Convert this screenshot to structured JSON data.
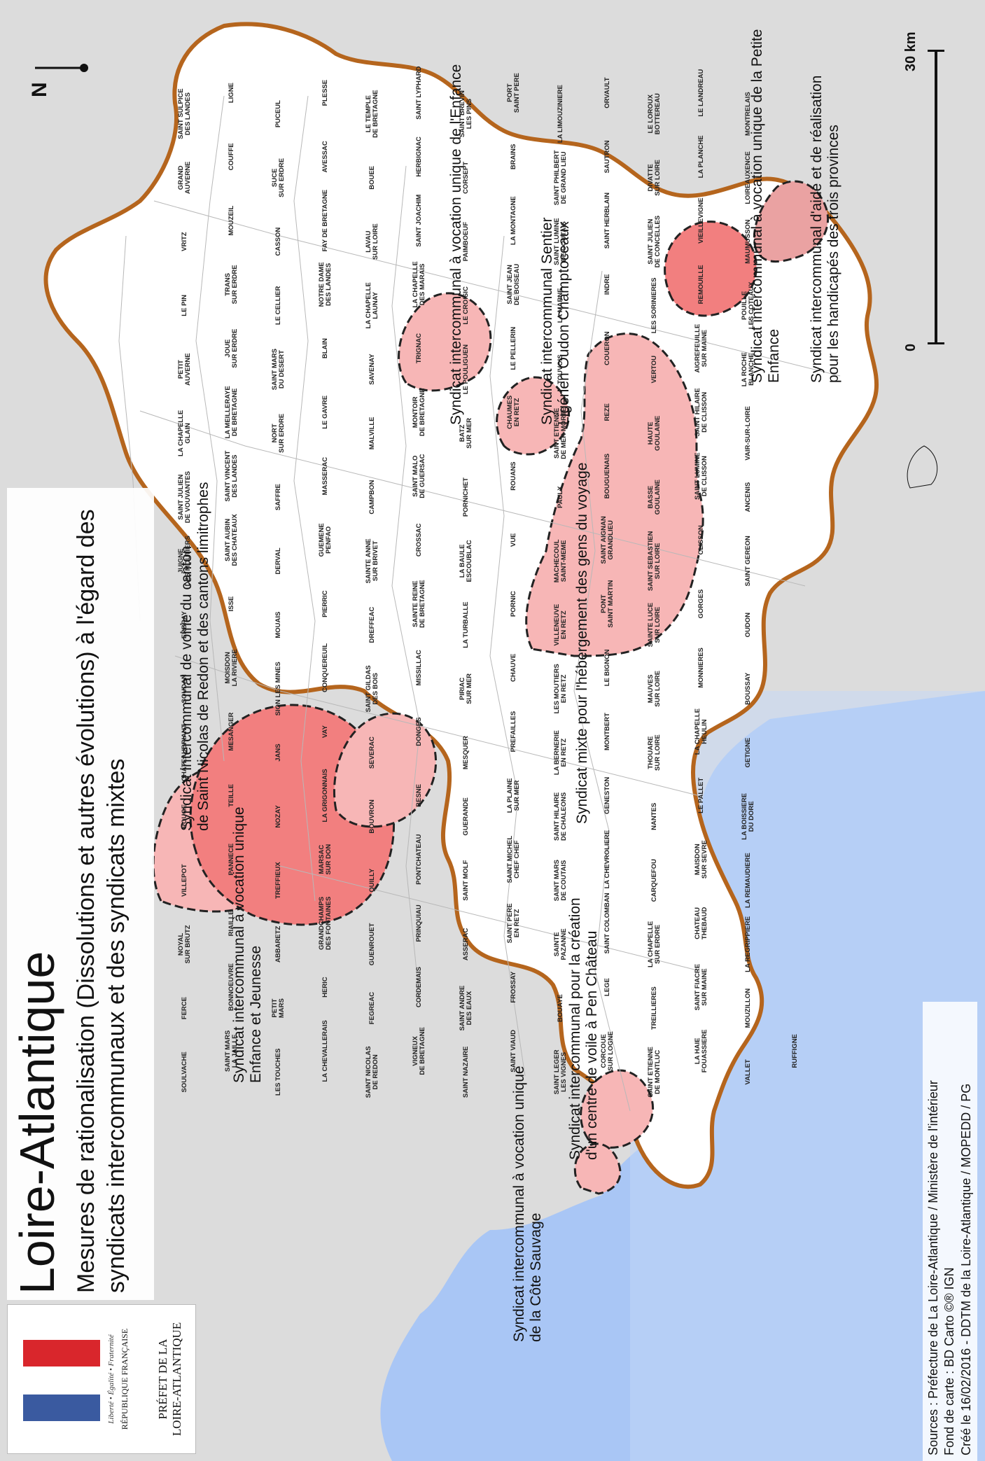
{
  "header": {
    "title": "Loire-Atlantique",
    "subtitle": "Mesures de rationalisation (Dissolutions et autres évolutions) à l'égard des syndicats intercommunaux et des syndicats mixtes"
  },
  "logo": {
    "motto": "Liberté • Égalité • Fraternité",
    "republic": "RÉPUBLIQUE FRANÇAISE",
    "prefect": "PRÉFET DE LA LOIRE-ATLANTIQUE"
  },
  "north_label": "N",
  "scale": {
    "start_label": "0",
    "end_label": "30 km"
  },
  "sources": {
    "line1": "Sources : Préfecture de La Loire-Atlantique / Ministère de l'intérieur",
    "line2": "Fond de carte : BD Carto ©® IGN",
    "line3": "Créé le 16/02/2016 -  DDTM de la Loire-Atlantique / MOPEDD / PG"
  },
  "colors": {
    "department_border": "#b5651d",
    "syndicate_fill_light": "#f7b6b6",
    "syndicate_fill_dark": "#f27f7f",
    "sea": "#a9c6f5",
    "outside": "#dcdcdc"
  },
  "callouts": [
    "Syndicat intercommunal à vocation unique de l'Enfance",
    "Syndicat intercommunal Sentier\nLigérien Oudon Champtoceaux",
    "Syndicat intercommunal à vocation unique de la Petite Enfance",
    "Syndicat intercommunal d'aide et de réalisation\npour les handicapés des trois provinces",
    "Syndicat intercommunal de voirie du canton\nde Saint Nicolas de Redon et des cantons limitrophes",
    "Syndicat intercommunal à vocation unique\nEnfance et Jeunesse",
    "Syndicat mixte pour l'hébergement des gens du voyage",
    "Syndicat intercommunal pour la création\nd'un centre de voile à Pen Château",
    "Syndicat intercommunal à vocation unique\nde la Côte Sauvage"
  ],
  "communes": [
    "SOULVACHE",
    "FERCE",
    "NOYAL\nSUR BRUTZ",
    "VILLEPOT",
    "ROUGE",
    "CHATEAUBRIANT",
    "SOUDAN",
    "ERBRAY",
    "JUIGNE\nDES MOUTIERS",
    "SAINT JULIEN\nDE VOUVANTES",
    "LA CHAPELLE\nGLAIN",
    "PETIT\nAUVERNE",
    "LE PIN",
    "VRITZ",
    "GRAND\nAUVERNE",
    "SAINT SULPICE\nDES LANDES",
    "SAINT MARS\nLA JAILLE",
    "BONNOEUVRE",
    "RIAILLE",
    "PANNECE",
    "TEILLE",
    "MESANGER",
    "MOISDON\nLA RIVIERE",
    "ISSE",
    "SAINT AUBIN\nDES CHATEAUX",
    "SAINT VINCENT\nDES LANDES",
    "LA MEILLERAYE\nDE BRETAGNE",
    "JOUE\nSUR ERDRE",
    "TRANS\nSUR ERDRE",
    "MOUZEIL",
    "COUFFE",
    "LIGNE",
    "LES TOUCHES",
    "PETIT\nMARS",
    "ABBARETZ",
    "TREFFIEUX",
    "NOZAY",
    "JANS",
    "SION LES MINES",
    "MOUAIS",
    "DERVAL",
    "SAFFRE",
    "NORT\nSUR ERDRE",
    "SAINT MARS\nDU DESERT",
    "LE CELLIER",
    "CASSON",
    "SUCE\nSUR ERDRE",
    "PUCEUL",
    "LA CHEVALLERAIS",
    "HERIC",
    "GRANDCHAMPS\nDES FONTAINES",
    "MARSAC\nSUR DON",
    "LA GRIGONNAIS",
    "VAY",
    "CONQUEREUIL",
    "PIERRIC",
    "GUEMENE\nPENFAO",
    "MASSERAC",
    "LE GAVRE",
    "BLAIN",
    "NOTRE DAME\nDES LANDES",
    "FAY DE BRETAGNE",
    "AVESSAC",
    "PLESSE",
    "SAINT NICOLAS\nDE REDON",
    "FEGREAC",
    "GUENROUET",
    "QUILLY",
    "BOUVRON",
    "SEVERAC",
    "SAINT GILDAS\nDES BOIS",
    "DREFFEAC",
    "SAINTE ANNE\nSUR BRIVET",
    "CAMPBON",
    "MALVILLE",
    "SAVENAY",
    "LA CHAPELLE\nLAUNAY",
    "LAVAU\nSUR LOIRE",
    "BOUEE",
    "LE TEMPLE\nDE BRETAGNE",
    "VIGNEUX\nDE BRETAGNE",
    "CORDEMAIS",
    "PRINQUIAU",
    "PONTCHATEAU",
    "BESNE",
    "DONGES",
    "MISSILLAC",
    "SAINTE REINE\nDE BRETAGNE",
    "CROSSAC",
    "SAINT MALO\nDE GUERSAC",
    "MONTOIR\nDE BRETAGNE",
    "TRIGNAC",
    "LA CHAPELLE\nDES MARAIS",
    "SAINT JOACHIM",
    "HERBIGNAC",
    "SAINT LYPHARD",
    "SAINT NAZAIRE",
    "SAINT ANDRE\nDES EAUX",
    "ASSERAC",
    "SAINT MOLF",
    "GUERANDE",
    "MESQUER",
    "PIRIAC\nSUR MER",
    "LA TURBALLE",
    "LA BAULE\nESCOUBLAC",
    "PORNICHET",
    "BATZ\nSUR MER",
    "LE POULIGUEN",
    "LE CROISIC",
    "PAIMBOEUF",
    "CORSEPT",
    "SAINT BREVIN\nLES PINS",
    "SAINT VIAUD",
    "FROSSAY",
    "SAINT PERE\nEN RETZ",
    "SAINT MICHEL\nCHEF CHEF",
    "LA PLAINE\nSUR MER",
    "PREFAILLES",
    "CHAUVE",
    "PORNIC",
    "VUE",
    "ROUANS",
    "CHAUMES\nEN RETZ",
    "LE PELLERIN",
    "SAINT JEAN\nDE BOISEAU",
    "LA MONTAGNE",
    "BRAINS",
    "PORT\nSAINT PERE",
    "SAINT LEGER\nLES VIGNES",
    "BOUAYE",
    "SAINTE\nPAZANNE",
    "SAINT MARS\nDE COUTAIS",
    "SAINT HILAIRE\nDE CHALEONS",
    "LA BERNERIE\nEN RETZ",
    "LES MOUTIERS\nEN RETZ",
    "VILLENEUVE\nEN RETZ",
    "MACHECOUL\nSAINT-MEME",
    "PAULX",
    "SAINT ETIENNE\nDE MER MORTE",
    "TOUVOIS",
    "LA MARNE",
    "SAINT LUMINE\nDE COUTAIS",
    "SAINT PHILBERT\nDE GRAND LIEU",
    "LA LIMOUZINIERE",
    "CORCOUE\nSUR LOGNE",
    "LEGE",
    "SAINT COLOMBAN",
    "LA CHEVROLIERE",
    "GENESTON",
    "MONTBERT",
    "LE BIGNON",
    "PONT\nSAINT MARTIN",
    "SAINT AIGNAN\nGRANDLIEU",
    "BOUGUENAIS",
    "REZE",
    "COUERON",
    "INDRE",
    "SAINT HERBLAIN",
    "SAUTRON",
    "ORVAULT",
    "SAINT ETIENNE\nDE MONTLUC",
    "TREILLIERES",
    "LA CHAPELLE\nSUR ERDRE",
    "CARQUEFOU",
    "NANTES",
    "THOUARE\nSUR LOIRE",
    "MAUVES\nSUR LOIRE",
    "SAINTE LUCE\nSUR LOIRE",
    "SAINT SEBASTIEN\nSUR LOIRE",
    "BASSE\nGOULAINE",
    "HAUTE\nGOULAINE",
    "VERTOU",
    "LES SORINIERES",
    "SAINT JULIEN\nDE CONCELLES",
    "DIVATTE\nSUR LOIRE",
    "LE LOROUX\nBOTTEREAU",
    "LA HAIE\nFOUASSIERE",
    "SAINT FIACRE\nSUR MAINE",
    "CHATEAU\nTHEBAUD",
    "MAISDON\nSUR SEVRE",
    "LE PALLET",
    "LA CHAPELLE\nHEULIN",
    "MONNIERES",
    "GORGES",
    "CLISSON",
    "SAINT LUMINE\nDE CLISSON",
    "SAINT HILAIRE\nDE CLISSON",
    "AIGREFEUILLE\nSUR MAINE",
    "REMOUILLE",
    "VIEILLEVIGNE",
    "LA PLANCHE",
    "LE LANDREAU",
    "VALLET",
    "MOUZILLON",
    "LA REGRIPPIERE",
    "LA REMAUDIERE",
    "LA BOISSIERE\nDU DORE",
    "GETIGNE",
    "BOUSSAY",
    "OUDON",
    "SAINT GEREON",
    "ANCENIS",
    "VAIR-SUR-LOIRE",
    "LA ROCHE\nBLANCHE",
    "POUILLE\nLES COTEAUX",
    "MAUMUSSON",
    "LOIREAUXENCE",
    "MONTRELAIS",
    "RUFFIGNE"
  ]
}
